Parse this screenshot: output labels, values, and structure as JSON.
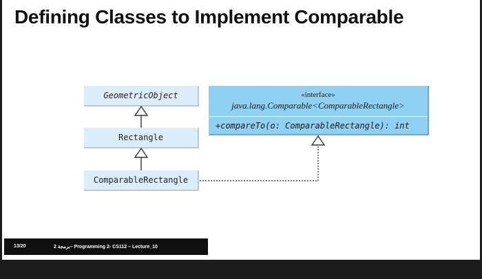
{
  "slide": {
    "title": "Defining Classes to Implement Comparable",
    "page_number": "13/20",
    "course_label": "2 برمجة– Programming 2- CS112 – Lecture_10"
  },
  "diagram": {
    "classes": {
      "geometric_object": "GeometricObject",
      "rectangle": "Rectangle",
      "comparable_rectangle": "ComparableRectangle"
    },
    "interface": {
      "stereotype": "«interface»",
      "name": "java.lang.Comparable<ComparableRectangle>",
      "method": "+compareTo(o: ComparableRectangle): int"
    }
  },
  "colors": {
    "class_fill": "#dcecf9",
    "interface_fill": "#8fd0f3",
    "footer": "#0f0f0f"
  }
}
